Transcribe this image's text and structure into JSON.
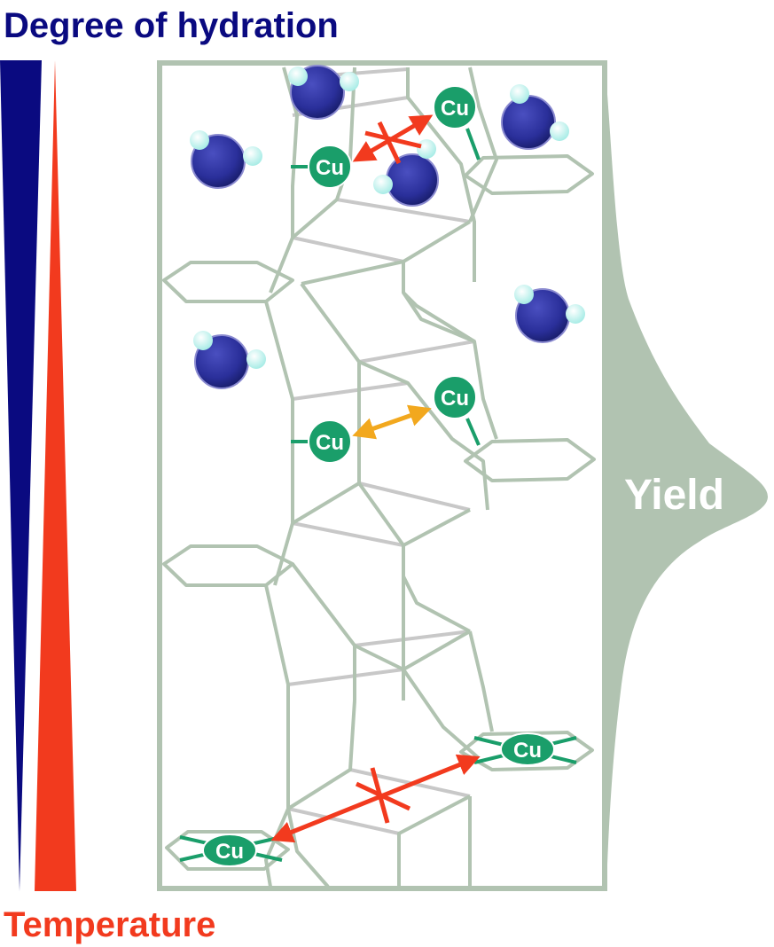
{
  "labels": {
    "hydration": "Degree of hydration",
    "temperature": "Temperature",
    "yield": "Yield"
  },
  "cu_label": "Cu",
  "colors": {
    "hydration": "#0a0a80",
    "temperature": "#f23a1e",
    "framework": "#b1c3b1",
    "cross_bond": "#c8c8c8",
    "copper": "#1a9e6a",
    "water_oxygen": "#2a2f9a",
    "water_hydrogen": "#cff5f2",
    "blocked_arrow": "#f23a1e",
    "active_arrow": "#f2a81e"
  }
}
